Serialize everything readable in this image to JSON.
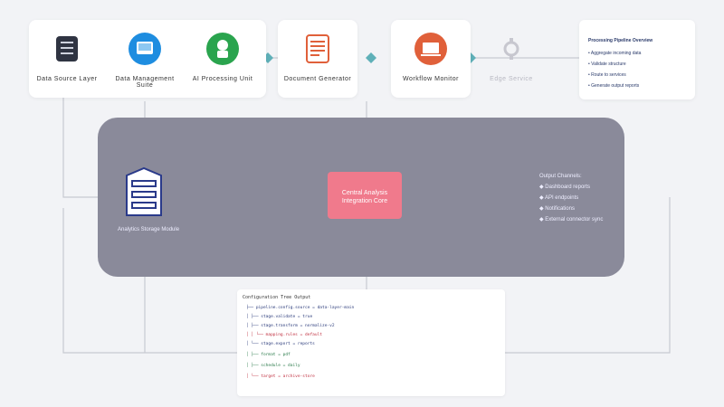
{
  "top_nodes": [
    {
      "label": "Data Source Layer",
      "color": "#2f3442",
      "icon": "database-icon"
    },
    {
      "label": "Data Management Suite",
      "color": "#1e8de0",
      "icon": "monitor-icon"
    },
    {
      "label": "AI Processing Unit",
      "color": "#2aa44e",
      "icon": "robot-icon"
    },
    {
      "label": "Document Generator",
      "color": "#e0603a",
      "icon": "document-icon"
    },
    {
      "label": "Workflow Monitor",
      "color": "#e0603a",
      "icon": "laptop-icon"
    },
    {
      "label": "Edge Service",
      "color": "#c7c7cf",
      "icon": "gear-icon"
    }
  ],
  "notes": [
    "Processing Pipeline Overview",
    "• Aggregate incoming data",
    "• Validate structure",
    "• Route to services",
    "• Generate output reports"
  ],
  "middle": {
    "left_label": "Analytics Storage Module",
    "hub_line1": "Central Analysis",
    "hub_line2": "Integration Core",
    "right_lines": [
      "Output Channels:",
      "◆ Dashboard reports",
      "◆ API endpoints",
      "◆ Notifications",
      "◆ External connector sync"
    ]
  },
  "code": {
    "title": "Configuration Tree Output",
    "lines": [
      "├── pipeline.config.source = data-layer-main",
      "│   ├── stage.validate = true",
      "│   ├── stage.transform = normalize-v2",
      "│   │   └── mapping.rules = default",
      "│   └── stage.export = reports",
      "│       ├── format = pdf",
      "│       ├── schedule = daily",
      "│       └── target = archive-store"
    ]
  },
  "colors": {
    "panel": "#8a8a9a",
    "hub": "#f07a8c",
    "connector": "#c7c9d1"
  }
}
